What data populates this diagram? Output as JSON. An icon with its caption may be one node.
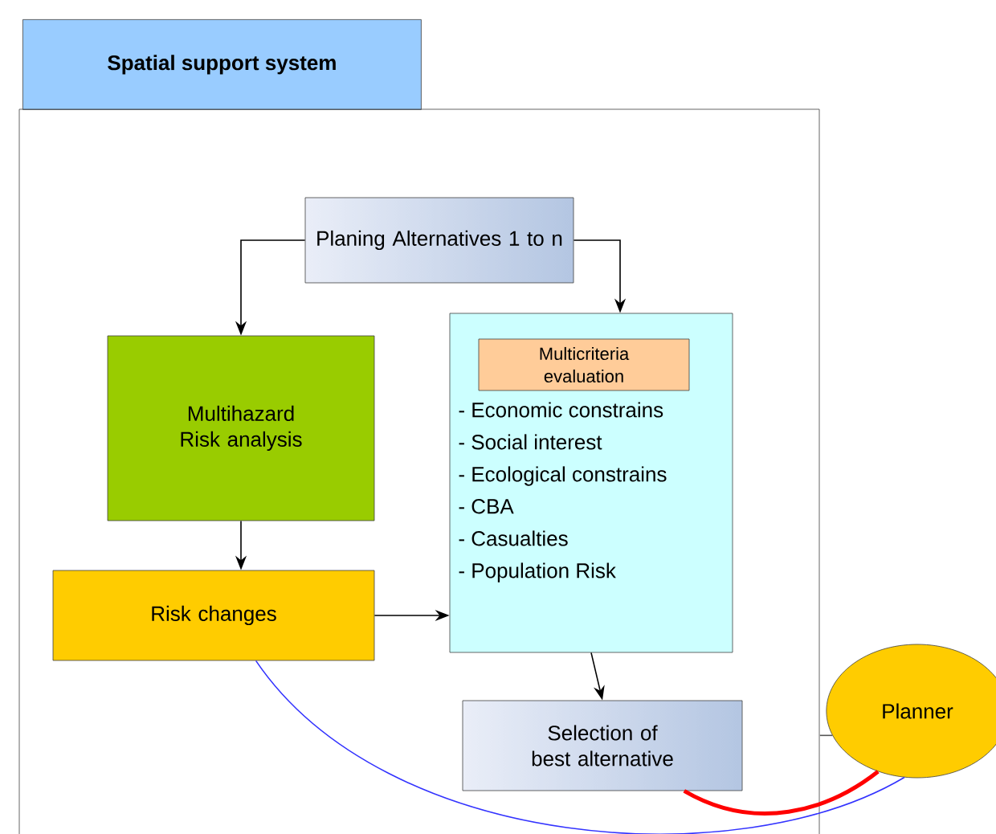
{
  "diagram": {
    "nodes": [
      {
        "text": [
          "Spatial support system"
        ]
      },
      {
        "text": [
          "Planing Alternatives 1 to n"
        ],
        "in": 0
      },
      {
        "text": [
          "Multihazard Risk analysis"
        ],
        "in": 0
      },
      {
        "text": [
          "- Economic constrains",
          "- Social interest",
          "- Ecological constrains",
          "- CBA",
          "- Casualties",
          "- Population Risk"
        ],
        "in": 0
      },
      {
        "text": [
          "Multicriteria evaluation"
        ],
        "in": 3
      },
      {
        "text": [
          "Risk changes"
        ],
        "in": 0
      },
      {
        "text": [
          "Selection of best alternative"
        ],
        "in": 0
      },
      {
        "text": [
          "Planner"
        ]
      }
    ],
    "edges": [
      {
        "from": 1,
        "to": 2,
        "arrow": "to"
      },
      {
        "from": 1,
        "to": 3,
        "arrow": "to"
      },
      {
        "from": 2,
        "to": 5,
        "arrow": "to"
      },
      {
        "from": 5,
        "to": 3,
        "arrow": "to"
      },
      {
        "from": 3,
        "to": 6,
        "arrow": "to"
      },
      {
        "from": 6,
        "to": 7,
        "arrow": "none",
        "style": "thick",
        "color": "#ff0000"
      },
      {
        "from": 5,
        "to": 7,
        "arrow": "none",
        "color": "#3333ff"
      },
      {
        "from": 0,
        "to": 7,
        "arrow": "none",
        "color": "#555555"
      }
    ]
  }
}
